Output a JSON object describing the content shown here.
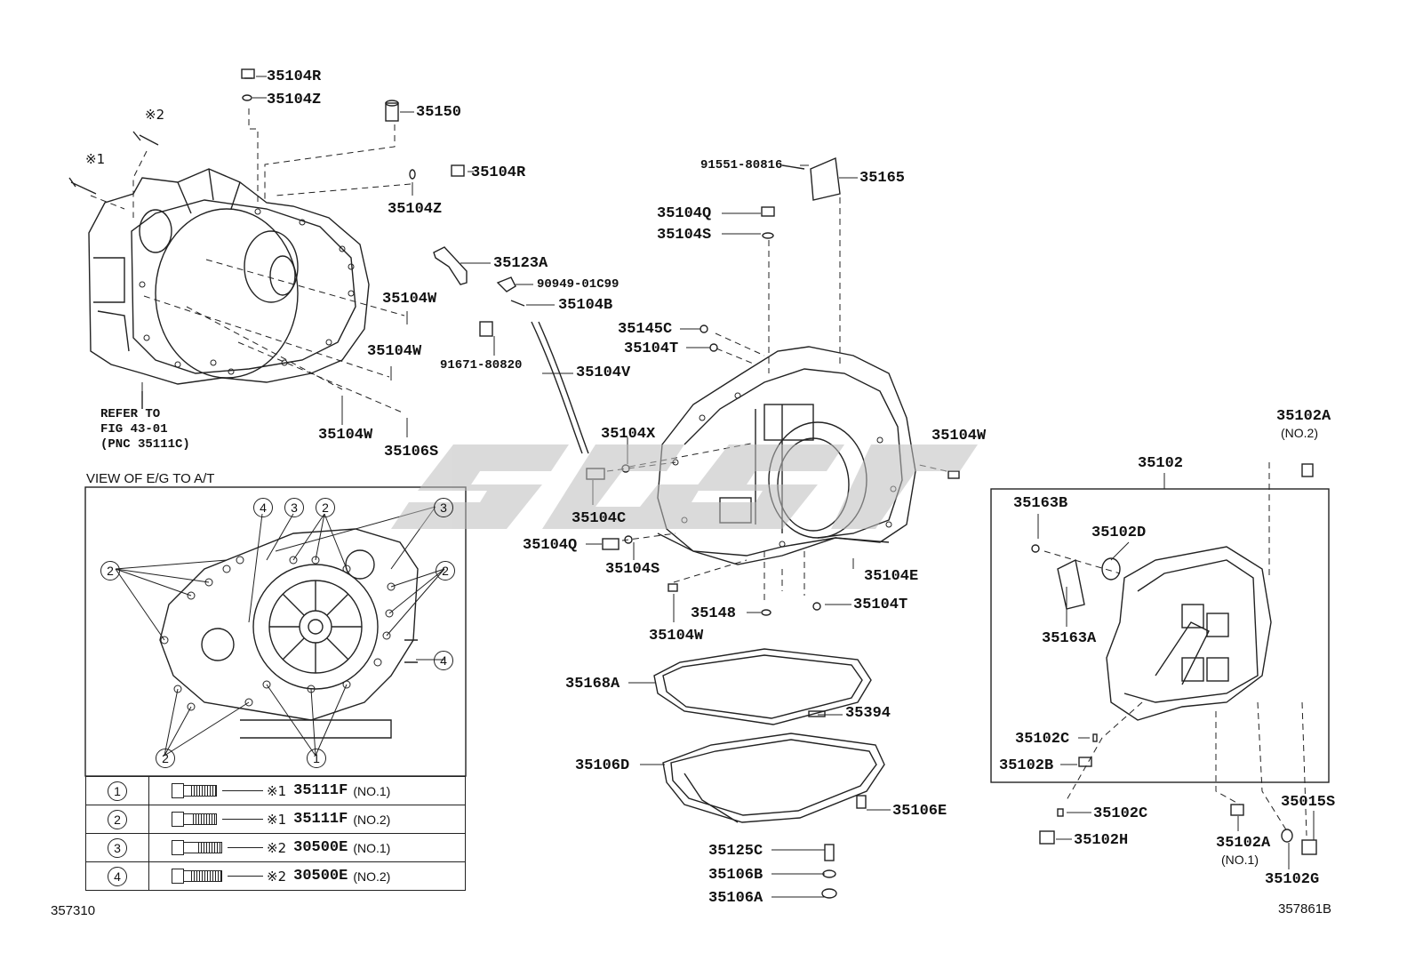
{
  "diagram": {
    "refer_note": [
      "REFER TO",
      "FIG 43-01",
      "(PNC 35111C)"
    ],
    "view_title": "VIEW OF E/G TO A/T",
    "figure_left": "357310",
    "figure_right": "357861B",
    "mark1": "※1",
    "mark2": "※2",
    "labels": {
      "p35104R_top": "35104R",
      "p35104Z_top": "35104Z",
      "p35150": "35150",
      "p35104R_mid": "35104R",
      "p35104Z_mid": "35104Z",
      "p35123A": "35123A",
      "p90949": "90949-01C99",
      "p35104B": "35104B",
      "p91671": "91671-80820",
      "p35104V": "35104V",
      "p35104W_1": "35104W",
      "p35104W_2": "35104W",
      "p35104W_3": "35104W",
      "p35106S": "35106S",
      "p91551": "91551-80816",
      "p35165": "35165",
      "p35104Q_top": "35104Q",
      "p35104S_top": "35104S",
      "p35145C": "35145C",
      "p35104T_top": "35104T",
      "p35104X": "35104X",
      "p35104C": "35104C",
      "p35104Q_bot": "35104Q",
      "p35104S_bot": "35104S",
      "p35104W_4": "35104W",
      "p35104E": "35104E",
      "p35148": "35148",
      "p35104T_bot": "35104T",
      "p35104W_5": "35104W",
      "p35168A": "35168A",
      "p35394": "35394",
      "p35106D": "35106D",
      "p35106E": "35106E",
      "p35125C": "35125C",
      "p35106B": "35106B",
      "p35106A": "35106A",
      "p35102A_no2": "35102A",
      "p35102A_no2_q": "(NO.2)",
      "p35102": "35102",
      "p35163B": "35163B",
      "p35102D": "35102D",
      "p35163A": "35163A",
      "p35102C_1": "35102C",
      "p35102B": "35102B",
      "p35102C_2": "35102C",
      "p35102H": "35102H",
      "p35102A_no1": "35102A",
      "p35102A_no1_q": "(NO.1)",
      "p35015S": "35015S",
      "p35102G": "35102G"
    },
    "callouts": [
      "1",
      "2",
      "3",
      "4"
    ],
    "legend": [
      {
        "num": "1",
        "mark": "※1",
        "part": "35111F",
        "qualifier": "(NO.1)"
      },
      {
        "num": "2",
        "mark": "※1",
        "part": "35111F",
        "qualifier": "(NO.2)"
      },
      {
        "num": "3",
        "mark": "※2",
        "part": "30500E",
        "qualifier": "(NO.1)"
      },
      {
        "num": "4",
        "mark": "※2",
        "part": "30500E",
        "qualifier": "(NO.2)"
      }
    ]
  }
}
